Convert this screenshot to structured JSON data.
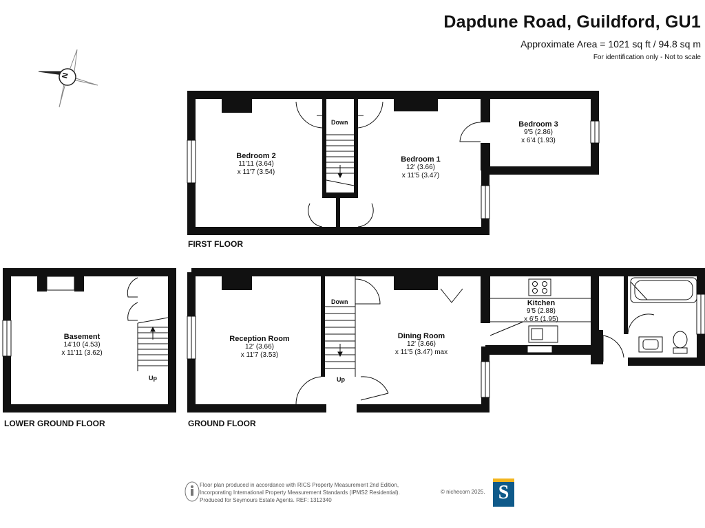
{
  "header": {
    "title": "Dapdune Road, Guildford, GU1",
    "area": "Approximate Area = 1021 sq ft / 94.8 sq m",
    "note": "For identification only - Not to scale"
  },
  "compass": {
    "label": "N"
  },
  "floors": {
    "first": "FIRST FLOOR",
    "ground": "GROUND FLOOR",
    "lower": "LOWER GROUND FLOOR"
  },
  "rooms": {
    "bedroom2": {
      "name": "Bedroom 2",
      "dim1": "11'11 (3.64)",
      "dim2": "x 11'7 (3.54)"
    },
    "bedroom1": {
      "name": "Bedroom 1",
      "dim1": "12' (3.66)",
      "dim2": "x 11'5 (3.47)"
    },
    "bedroom3": {
      "name": "Bedroom 3",
      "dim1": "9'5 (2.86)",
      "dim2": "x 6'4 (1.93)"
    },
    "basement": {
      "name": "Basement",
      "dim1": "14'10 (4.53)",
      "dim2": "x 11'11 (3.62)"
    },
    "reception": {
      "name": "Reception Room",
      "dim1": "12' (3.66)",
      "dim2": "x 11'7 (3.53)"
    },
    "dining": {
      "name": "Dining Room",
      "dim1": "12' (3.66)",
      "dim2": "x 11'5 (3.47) max"
    },
    "kitchen": {
      "name": "Kitchen",
      "dim1": "9'5 (2.88)",
      "dim2": "x 6'5 (1.95)"
    }
  },
  "stairs": {
    "first_down": "Down",
    "ground_down": "Down",
    "ground_up": "Up",
    "lower_up": "Up"
  },
  "footer": {
    "line1": "Floor plan produced in accordance with RICS Property Measurement 2nd Edition,",
    "line2": "Incorporating International Property Measurement Standards (IPMS2 Residential).",
    "line3": "Produced for Seymours Estate Agents.   REF: 1312340",
    "copyright": "© nichecom 2025.",
    "logo_letter": "S"
  },
  "colors": {
    "wall": "#111111",
    "logo_blue": "#0f5a8a",
    "logo_gold": "#f2b51e"
  }
}
